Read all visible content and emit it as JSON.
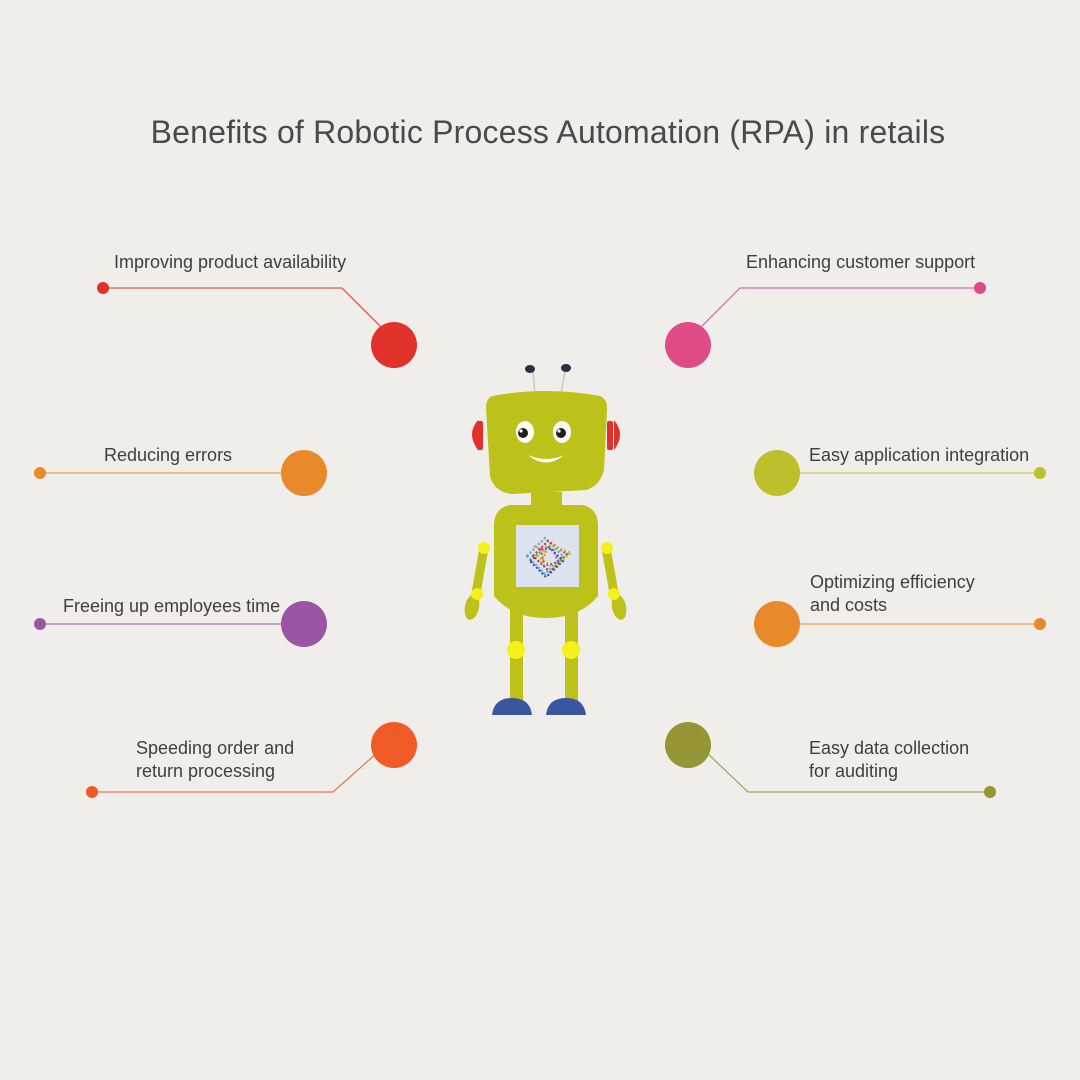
{
  "title": "Benefits of Robotic Process Automation (RPA) in retails",
  "benefits": [
    {
      "lines": [
        "Improving product availability"
      ],
      "color": "#e0312a"
    },
    {
      "lines": [
        "Reducing errors"
      ],
      "color": "#e9892a"
    },
    {
      "lines": [
        "Freeing up employees time"
      ],
      "color": "#9a56a2"
    },
    {
      "lines": [
        "Speeding order and",
        "return  processing"
      ],
      "color": "#ef5a26"
    },
    {
      "lines": [
        "Enhancing customer support"
      ],
      "color": "#e04a86"
    },
    {
      "lines": [
        "Easy application integration"
      ],
      "color": "#bdc02c"
    },
    {
      "lines": [
        "Optimizing efficiency",
        "and costs"
      ],
      "color": "#e9892a"
    },
    {
      "lines": [
        "Easy data collection",
        "for auditing"
      ],
      "color": "#969535"
    }
  ],
  "robot": {
    "body_color": "#bcc21a",
    "joint_color": "#f5ef1c",
    "ear_color": "#e0312a",
    "foot_color": "#3b56a0",
    "antenna_color": "#2a2f45",
    "screen_color": "#dde3ee"
  }
}
